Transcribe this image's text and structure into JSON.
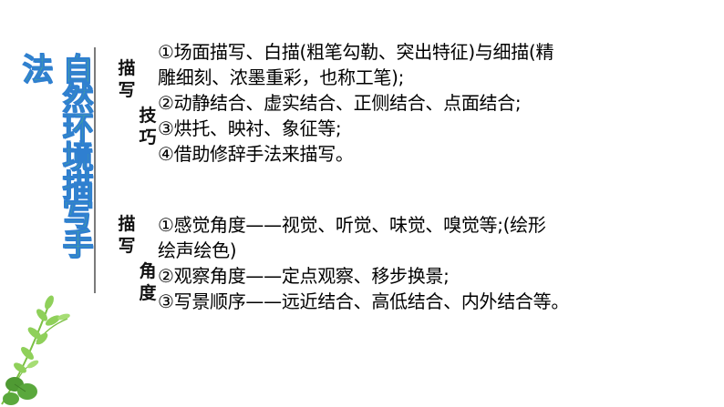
{
  "title": "自然环境描写手法",
  "sections": [
    {
      "label_col1": [
        "描",
        "写"
      ],
      "label_col2": [
        "技",
        "巧"
      ],
      "lines": [
        "①场面描写、白描(粗笔勾勒、突出特征)与细描(精",
        "雕细刻、浓墨重彩，也称工笔);",
        "②动静结合、虚实结合、正侧结合、点面结合;",
        "③烘托、映衬、象征等;",
        "④借助修辞手法来描写。"
      ]
    },
    {
      "label_col1": [
        "描",
        "写"
      ],
      "label_col2": [
        "角",
        "度"
      ],
      "lines": [
        "①感觉角度——视觉、听觉、味觉、嗅觉等;(绘形",
        "绘声绘色)",
        "②观察角度——定点观察、移步换景;",
        "③写景顺序——远近结合、高低结合、内外结合等。"
      ]
    }
  ],
  "colors": {
    "title_fill": "#5fd35a",
    "title_stroke": "#2f7fd0",
    "divider": "#7b7b7b",
    "leaf": "#5aa83c",
    "vine": "#7bc043"
  },
  "icons": {
    "decoration": "leaf-vine-icon"
  }
}
